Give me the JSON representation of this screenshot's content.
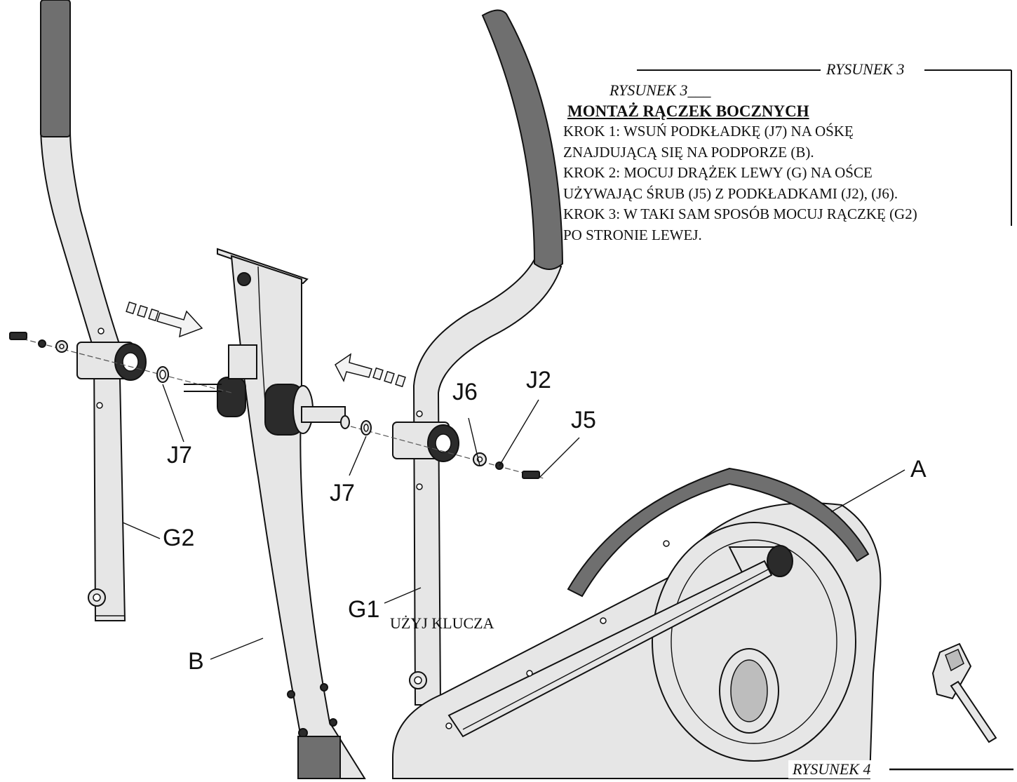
{
  "figure_header": "RYSUNEK 3",
  "figure_footer": "RYSUNEK 4",
  "instructions": {
    "subtitle": "RYSUNEK 3___",
    "title": "MONTAŻ RĄCZEK BOCZNYCH",
    "lines": [
      "KROK 1: WSUŃ PODKŁADKĘ (J7) NA OŚKĘ",
      "ZNAJDUJĄCĄ SIĘ NA PODPORZE (B).",
      "KROK 2: MOCUJ DRĄŻEK LEWY (G) NA OŚCE",
      "UŻYWAJĄC ŚRUB (J5) Z PODKŁADKAMI (J2), (J6).",
      "KROK 3: W TAKI SAM SPOSÓB MOCUJ RĄCZKĘ (G2)",
      "PO STRONIE LEWEJ."
    ]
  },
  "tool_note": "UŻYJ KLUCZA",
  "labels": {
    "j7_left": "J7",
    "j7_right": "J7",
    "j6": "J6",
    "j2": "J2",
    "j5": "J5",
    "a": "A",
    "b": "B",
    "g1": "G1",
    "g2": "G2"
  },
  "colors": {
    "line": "#111111",
    "tube_fill": "#e6e6e6",
    "grip_fill": "#6f6f6f",
    "dark_part": "#2b2b2b",
    "arrow_fill": "#f3f3f3"
  }
}
